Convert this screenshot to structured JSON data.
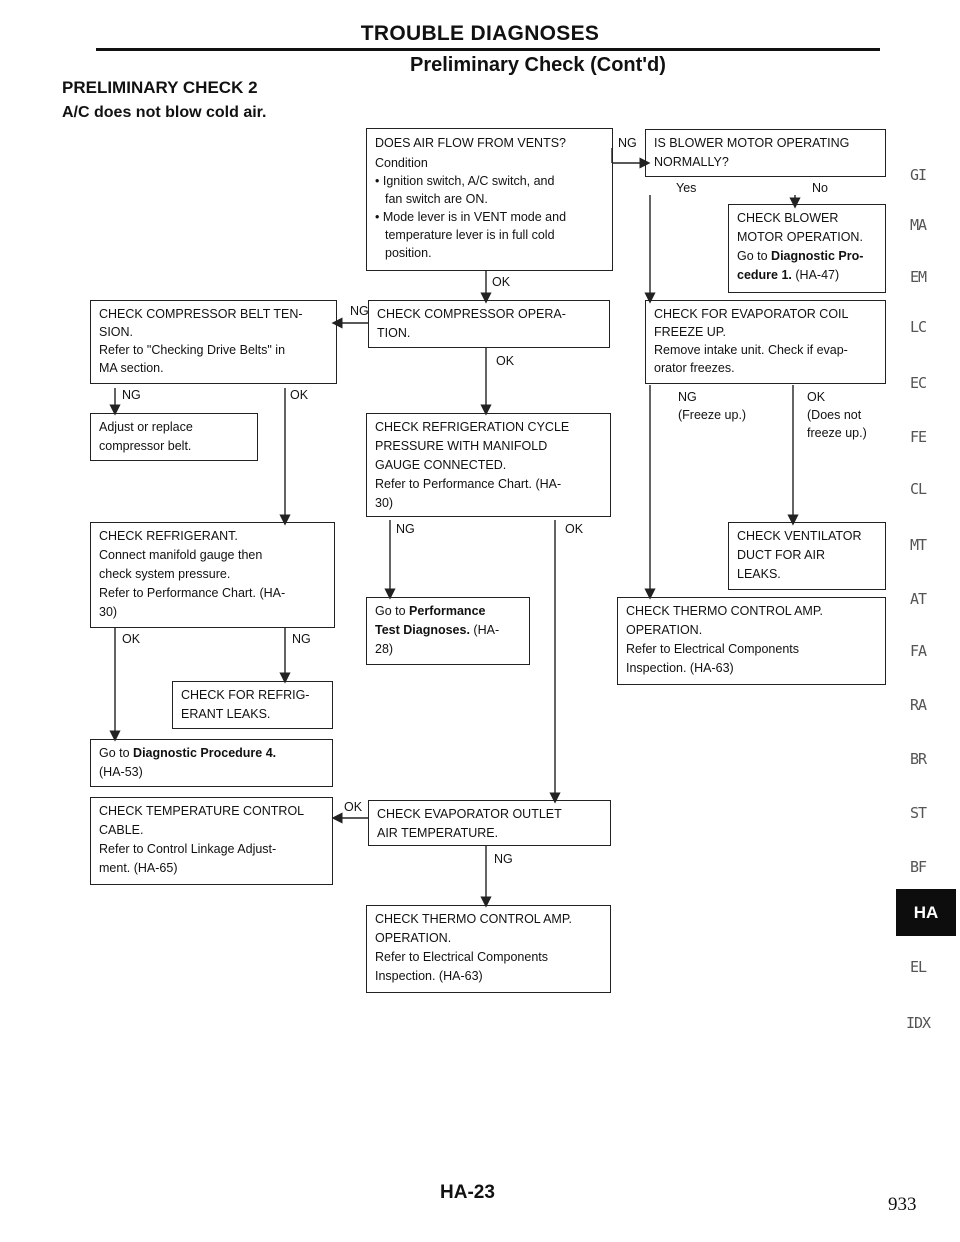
{
  "header": {
    "title": "TROUBLE DIAGNOSES",
    "subtitle": "Preliminary Check (Cont'd)"
  },
  "section": {
    "title": "PRELIMINARY CHECK 2",
    "subtitle": "A/C does not blow cold air."
  },
  "boxes": {
    "airflow": [
      "DOES AIR FLOW FROM VENTS?",
      "Condition",
      "• Ignition switch, A/C switch, and",
      "  fan switch are ON.",
      "• Mode lever is in VENT mode and",
      "  temperature lever is in full cold",
      "  position."
    ],
    "blower_normal": [
      "IS BLOWER MOTOR OPERATING",
      "NORMALLY?"
    ],
    "check_blower": [
      "CHECK BLOWER",
      "MOTOR OPERATION.",
      "Go to "
    ],
    "check_blower_bold": "Diagnostic Pro-",
    "check_blower_bold2": "cedure 1.",
    "check_blower_tail": "(HA-47)",
    "belt": [
      "CHECK COMPRESSOR BELT TEN-",
      "SION.",
      "Refer to \"Checking Drive Belts\" in",
      "MA section."
    ],
    "comp_op": [
      "CHECK COMPRESSOR OPERA-",
      "TION."
    ],
    "evap_freeze": [
      "CHECK FOR EVAPORATOR COIL",
      "FREEZE UP.",
      "Remove intake unit. Check if evap-",
      "orator freezes."
    ],
    "adjust_belt": [
      "Adjust or replace",
      "compressor belt."
    ],
    "refrig_cycle": [
      "CHECK REFRIGERATION CYCLE",
      "PRESSURE WITH MANIFOLD",
      "GAUGE CONNECTED.",
      "Refer to Performance Chart. (HA-",
      "30)"
    ],
    "refrigerant": [
      "CHECK REFRIGERANT.",
      "Connect manifold gauge then",
      "check system pressure.",
      "Refer to Performance Chart. (HA-",
      "30)"
    ],
    "perf_test_pre": "Go to ",
    "perf_test_bold1": "Performance",
    "perf_test_bold2": "Test Diagnoses.",
    "perf_test_tail": "(HA-",
    "perf_test_last": "28)",
    "ventilator": [
      "CHECK VENTILATOR",
      "DUCT FOR AIR",
      "LEAKS."
    ],
    "thermo_right": [
      "CHECK THERMO CONTROL AMP.",
      "OPERATION.",
      "Refer to Electrical Components",
      "Inspection. (HA-63)"
    ],
    "refrig_leaks": [
      "CHECK FOR REFRIG-",
      "ERANT LEAKS."
    ],
    "diag4_pre": "Go to ",
    "diag4_bold": "Diagnostic Procedure 4.",
    "diag4_tail": "(HA-53)",
    "temp_cable": [
      "CHECK TEMPERATURE CONTROL",
      "CABLE.",
      "Refer to Control Linkage Adjust-",
      "ment. (HA-65)"
    ],
    "evap_outlet": [
      "CHECK EVAPORATOR OUTLET",
      "AIR TEMPERATURE."
    ],
    "thermo_bottom": [
      "CHECK THERMO CONTROL AMP.",
      "OPERATION.",
      "Refer to Electrical Components",
      "Inspection. (HA-63)"
    ]
  },
  "labels": {
    "ng": "NG",
    "ok": "OK",
    "yes": "Yes",
    "no": "No",
    "freeze_up": "(Freeze up.)",
    "not_freeze_1": "(Does not",
    "not_freeze_2": "freeze up.)"
  },
  "side_tabs": [
    "GI",
    "MA",
    "EM",
    "LC",
    "EC",
    "FE",
    "CL",
    "MT",
    "AT",
    "FA",
    "RA",
    "BR",
    "ST",
    "BF",
    "HA",
    "EL",
    "IDX"
  ],
  "active_tab": "HA",
  "footer": {
    "page_label": "HA-23",
    "folio": "933"
  }
}
